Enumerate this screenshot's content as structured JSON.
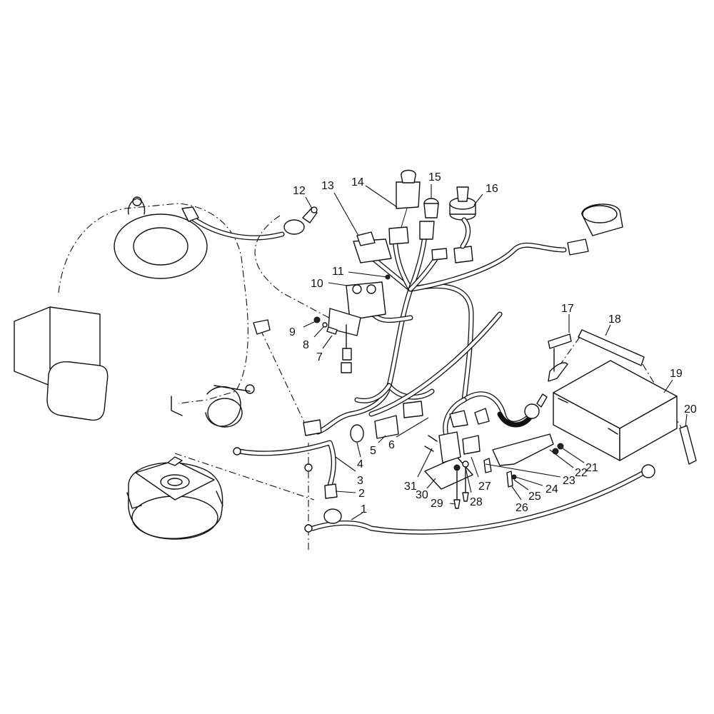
{
  "diagram": {
    "title": "Electrical system exploded parts view",
    "line_color": "#111111",
    "background": "#ffffff",
    "callouts": [
      {
        "id": 1,
        "label": "1"
      },
      {
        "id": 2,
        "label": "2"
      },
      {
        "id": 3,
        "label": "3"
      },
      {
        "id": 4,
        "label": "4"
      },
      {
        "id": 5,
        "label": "5"
      },
      {
        "id": 6,
        "label": "6"
      },
      {
        "id": 7,
        "label": "7"
      },
      {
        "id": 8,
        "label": "8"
      },
      {
        "id": 9,
        "label": "9"
      },
      {
        "id": 10,
        "label": "10"
      },
      {
        "id": 11,
        "label": "11"
      },
      {
        "id": 12,
        "label": "12"
      },
      {
        "id": 13,
        "label": "13"
      },
      {
        "id": 14,
        "label": "14"
      },
      {
        "id": 15,
        "label": "15"
      },
      {
        "id": 16,
        "label": "16"
      },
      {
        "id": 17,
        "label": "17"
      },
      {
        "id": 18,
        "label": "18"
      },
      {
        "id": 19,
        "label": "19"
      },
      {
        "id": 20,
        "label": "20"
      },
      {
        "id": 21,
        "label": "21"
      },
      {
        "id": 22,
        "label": "22"
      },
      {
        "id": 23,
        "label": "23"
      },
      {
        "id": 24,
        "label": "24"
      },
      {
        "id": 25,
        "label": "25"
      },
      {
        "id": 26,
        "label": "26"
      },
      {
        "id": 27,
        "label": "27"
      },
      {
        "id": 28,
        "label": "28"
      },
      {
        "id": 29,
        "label": "29"
      },
      {
        "id": 30,
        "label": "30"
      },
      {
        "id": 31,
        "label": "31"
      }
    ]
  }
}
